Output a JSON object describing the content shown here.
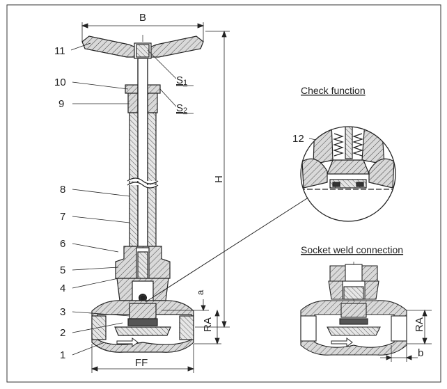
{
  "dimensions": {
    "B": "B",
    "H": "H",
    "FF": "FF",
    "RA": "RA",
    "a": "a",
    "b": "b",
    "S1_main": "S",
    "S1_sub": "1",
    "S2_main": "S",
    "S2_sub": "2"
  },
  "callouts": [
    "1",
    "2",
    "3",
    "4",
    "5",
    "6",
    "7",
    "8",
    "9",
    "10",
    "11",
    "12"
  ],
  "insets": {
    "check_title": "Check function",
    "socket_title": "Socket weld connection",
    "socket_RA": "RA",
    "socket_b": "b"
  },
  "colors": {
    "line": "#222222",
    "hatch_bg": "#d9d9d9",
    "frame": "#333333"
  }
}
